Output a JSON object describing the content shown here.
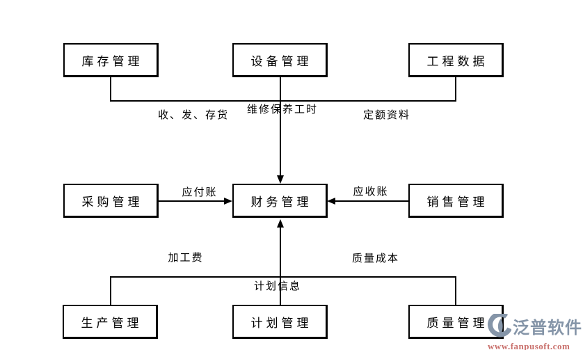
{
  "diagram": {
    "title_hint": "ERP module relationship diagram",
    "nodes": {
      "inventory": {
        "label": "库存管理"
      },
      "equipment": {
        "label": "设备管理"
      },
      "engineering": {
        "label": "工程数据"
      },
      "purchasing": {
        "label": "采购管理"
      },
      "finance": {
        "label": "财务管理"
      },
      "sales": {
        "label": "销售管理"
      },
      "production": {
        "label": "生产管理"
      },
      "planning": {
        "label": "计划管理"
      },
      "quality": {
        "label": "质量管理"
      }
    },
    "edge_labels": {
      "inventory_to_finance": "收、发、存货",
      "equipment_to_finance": "维修保养工时",
      "engineering_to_finance": "定额资料",
      "purchasing_to_finance": "应付账",
      "sales_to_finance": "应收账",
      "production_to_finance": "加工费",
      "planning_to_finance": "计划信息",
      "quality_to_finance": "质量成本"
    },
    "line_color": "#000000",
    "box_border_color": "#000000",
    "background_color": "#ffffff"
  },
  "watermark": {
    "brand": "泛普软件",
    "url": "www.fanpusoft.com",
    "brand_color": "#8595a8",
    "url_color": "#c9706c"
  }
}
